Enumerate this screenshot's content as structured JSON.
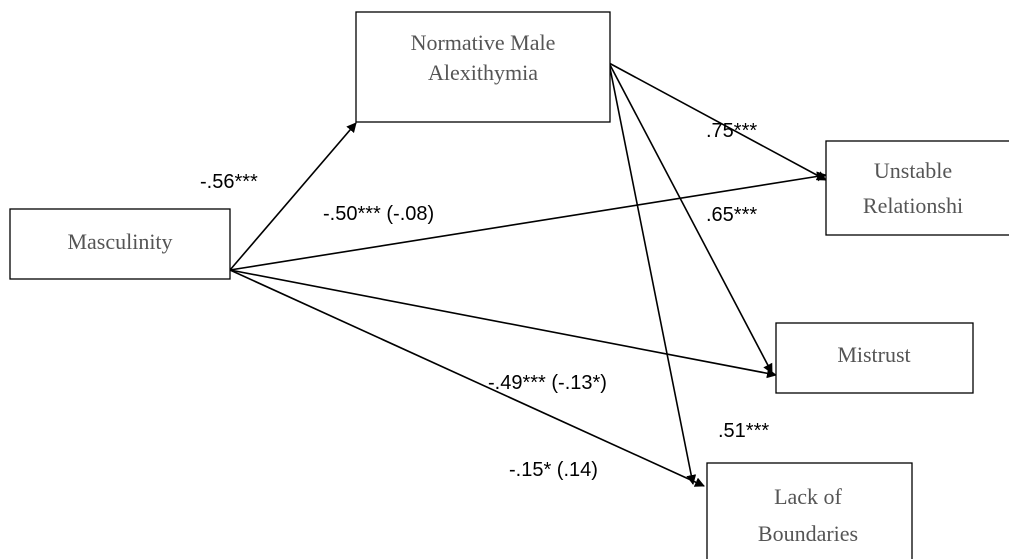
{
  "nodes": {
    "masculinity": {
      "lines": [
        "Masculinity"
      ]
    },
    "alexithymia": {
      "lines": [
        "Normative Male",
        "Alexithymia"
      ]
    },
    "unstable": {
      "lines": [
        "Unstable",
        "Relationshi"
      ]
    },
    "mistrust": {
      "lines": [
        "Mistrust"
      ]
    },
    "boundaries": {
      "lines": [
        "Lack of",
        "Boundaries"
      ]
    }
  },
  "edges": {
    "masc_alex": "-.56***",
    "masc_unstable": "-.50*** (-.08)",
    "alex_unstable": ".75***",
    "alex_mistrust": ".65***",
    "masc_mistrust": "-.49*** (-.13*)",
    "alex_boundaries": ".51***",
    "masc_boundaries": "-.15* (.14)"
  }
}
